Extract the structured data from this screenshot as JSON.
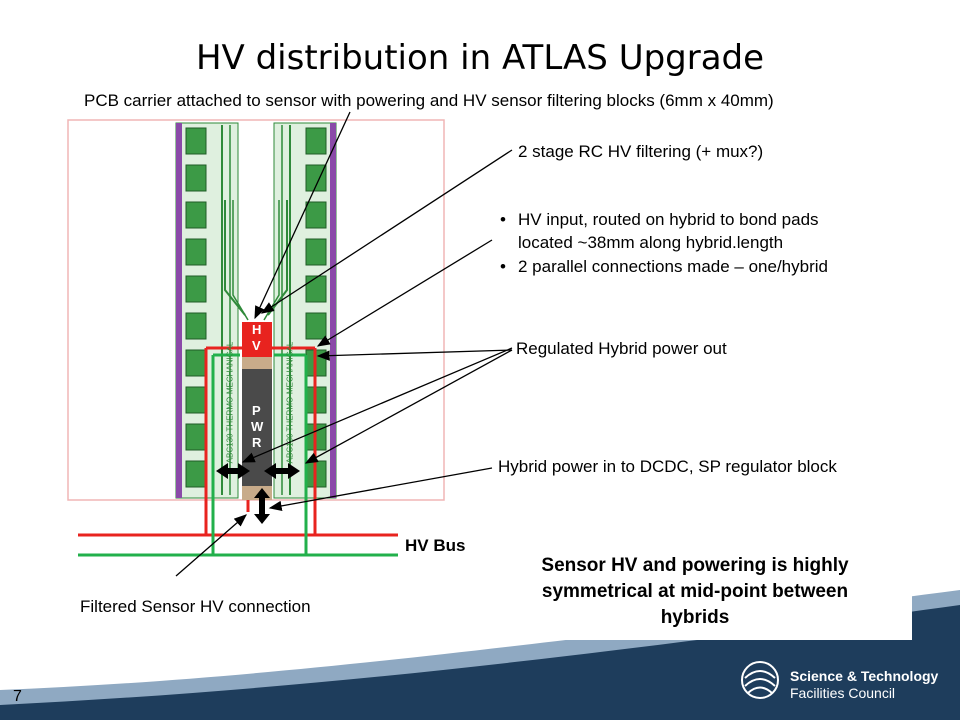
{
  "slide": {
    "title": "HV distribution in ATLAS Upgrade",
    "page_number": "7"
  },
  "labels": {
    "pcb_carrier": "PCB carrier attached to sensor with powering and HV sensor filtering blocks (6mm x 40mm)",
    "rc_filter": "2 stage RC HV filtering (+ mux?)",
    "hv_input_1": "HV input, routed on hybrid to bond pads",
    "hv_input_2": "located ~38mm along hybrid.length",
    "parallel": "2 parallel connections made – one/hybrid",
    "regulated": "Regulated Hybrid power out",
    "hybrid_power": "Hybrid power in to DCDC, SP regulator block",
    "hv_bus": "HV Bus",
    "filtered": "Filtered Sensor HV connection",
    "bullet": "•"
  },
  "block": {
    "hv_h": "H",
    "hv_v": "V",
    "pwr_p": "P",
    "pwr_w": "W",
    "pwr_r": "R",
    "hybrid_text": "ABC130 THERMO-MECHANICAL"
  },
  "summary": {
    "line1": "Sensor HV and powering is highly",
    "line2": "symmetrical at mid-point between",
    "line3": "hybrids"
  },
  "logo": {
    "line1": "Science & Technology",
    "line2": "Facilities Council"
  },
  "colors": {
    "hv_red": "#e8231f",
    "green": "#22b04b",
    "pcb_green": "#2f8a3a",
    "footer_blue": "#1e3d5c"
  }
}
